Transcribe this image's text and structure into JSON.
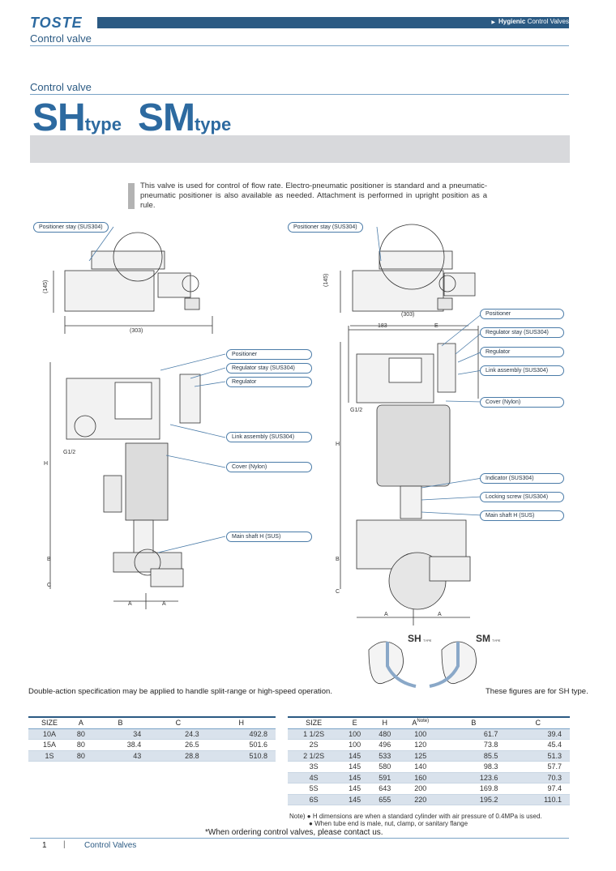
{
  "header": {
    "logo": "TOSTE",
    "tag_bold": "Hygienic",
    "tag_rest": " Control Valves",
    "subtitle": "Control valve"
  },
  "section": {
    "label": "Control valve",
    "title_sh": "SH",
    "title_sm": "SM",
    "type_word": "type"
  },
  "intro": "This valve is used for control of flow rate. Electro-pneumatic positioner is standard and a pneumatic-pneumatic positioner is also available as needed. Attachment is performed in upright position as a rule.",
  "drawing_labels": {
    "left": {
      "positioner_stay": "Positioner stay (SUS304)",
      "dim_145": "(145)",
      "dim_303": "(303)",
      "positioner": "Positioner",
      "regulator_stay": "Regulator stay (SUS304)",
      "regulator": "Regulator",
      "link_assembly": "Link assembly (SUS304)",
      "cover": "Cover (Nylon)",
      "main_shaft": "Main shaft H (SUS)",
      "g12": "G1/2",
      "h": "H",
      "b": "B",
      "c": "C",
      "a": "A"
    },
    "right": {
      "positioner_stay": "Positioner stay (SUS304)",
      "dim_145": "(145)",
      "dim_303": "(303)",
      "positioner": "Positioner",
      "regulator_stay": "Regulator stay (SUS304)",
      "regulator": "Regulator",
      "link_assembly": "Link assembly (SUS304)",
      "cover": "Cover (Nylon)",
      "indicator": "Indicator (SUS304)",
      "locking_screw": "Locking screw (SUS304)",
      "main_shaft": "Main shaft H (SUS)",
      "dim_183": "183",
      "e": "E",
      "g12": "G1/2",
      "h": "H",
      "b": "B",
      "c": "C",
      "a": "A"
    },
    "flow": {
      "sh": "SH",
      "sm": "SM",
      "type_small": "TYPE"
    }
  },
  "notes": {
    "double_action": "Double-action specification may be applied to handle split-range or high-speed operation.",
    "figures": "These figures are for SH type."
  },
  "table1": {
    "headers": [
      "SIZE",
      "A",
      "B",
      "C",
      "H"
    ],
    "rows": [
      [
        "10A",
        "80",
        "34",
        "24.3",
        "492.8"
      ],
      [
        "15A",
        "80",
        "38.4",
        "26.5",
        "501.6"
      ],
      [
        "1S",
        "80",
        "43",
        "28.8",
        "510.8"
      ]
    ]
  },
  "table2": {
    "headers": [
      "SIZE",
      "E",
      "H",
      "A",
      "B",
      "C"
    ],
    "header_note": "Note)",
    "rows": [
      [
        "1 1/2S",
        "100",
        "480",
        "100",
        "61.7",
        "39.4"
      ],
      [
        "2S",
        "100",
        "496",
        "120",
        "73.8",
        "45.4"
      ],
      [
        "2 1/2S",
        "145",
        "533",
        "125",
        "85.5",
        "51.3"
      ],
      [
        "3S",
        "145",
        "580",
        "140",
        "98.3",
        "57.7"
      ],
      [
        "4S",
        "145",
        "591",
        "160",
        "123.6",
        "70.3"
      ],
      [
        "5S",
        "145",
        "643",
        "200",
        "169.8",
        "97.4"
      ],
      [
        "6S",
        "145",
        "655",
        "220",
        "195.2",
        "110.1"
      ]
    ],
    "note_prefix": "Note)",
    "note1": "H dimensions are when a standard cylinder with air pressure of 0.4MPa is used.",
    "note2": "When tube end is male, nut, clamp, or sanitary flange"
  },
  "order_note": "*When ordering control valves, please contact us.",
  "footer": {
    "page": "1",
    "separator": "|",
    "label": "Control Valves"
  },
  "colors": {
    "brand": "#2b5a83",
    "accent": "#2d6aa0",
    "band": "#d8d9dc",
    "row_alt": "#d9e2ec"
  }
}
